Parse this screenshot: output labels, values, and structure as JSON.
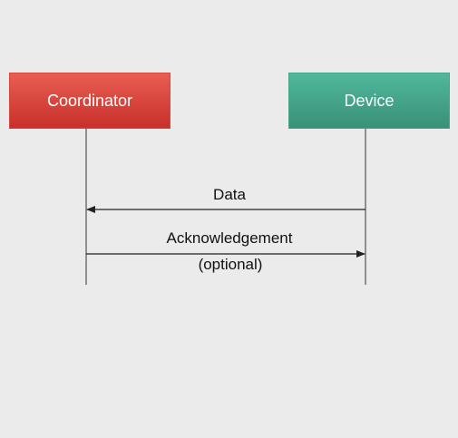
{
  "participants": {
    "coordinator": "Coordinator",
    "device": "Device"
  },
  "messages": {
    "data": "Data",
    "ack_line1": "Acknowledgement",
    "ack_line2": "(optional)"
  },
  "colors": {
    "coordinator": "#d9473f",
    "device": "#45a58b",
    "line": "#222222",
    "background": "#ebebeb"
  }
}
